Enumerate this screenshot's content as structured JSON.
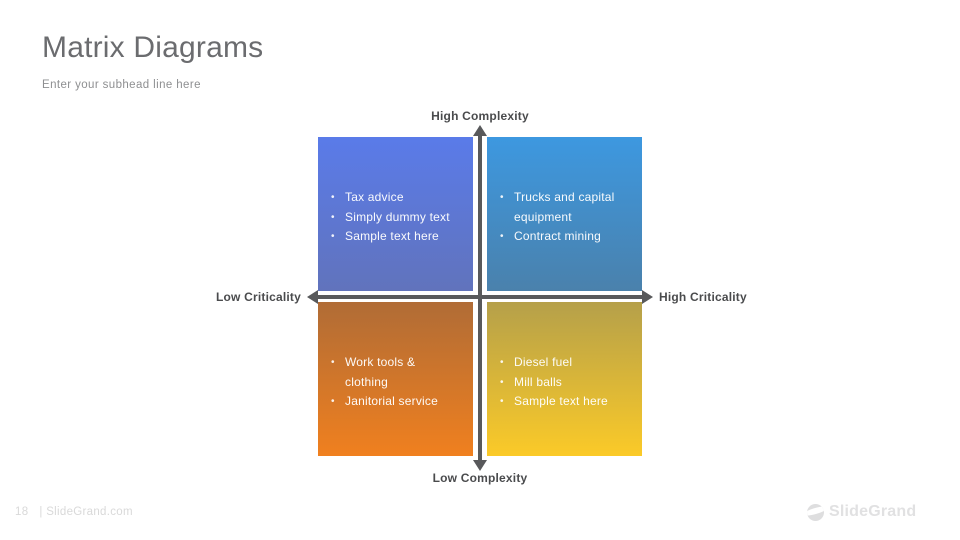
{
  "slide": {
    "title": "Matrix Diagrams",
    "subhead": "Enter your subhead line here"
  },
  "theme": {
    "axis_color": "#58595b",
    "title_color": "#6b6c6f",
    "subhead_color": "#8e8f91",
    "footer_color": "#d9d9d9",
    "brand_color": "#e1e1e2"
  },
  "matrix": {
    "axes": {
      "top_label": "High Complexity",
      "bottom_label": "Low Complexity",
      "left_label": "Low Criticality",
      "right_label": "High Criticality"
    },
    "quadrants": [
      {
        "position": "top-left",
        "color_top": "#5a7be9",
        "color_bottom": "#6173bc",
        "items": [
          "Tax advice",
          "Simply dummy text",
          "Sample text here"
        ]
      },
      {
        "position": "top-right",
        "color_top": "#3d98e0",
        "color_bottom": "#4a81ac",
        "items": [
          "Trucks and capital equipment",
          "Contract mining"
        ]
      },
      {
        "position": "bottom-left",
        "color_top": "#b06c36",
        "color_bottom": "#f0801f",
        "items": [
          "Work tools & clothing",
          "Janitorial service"
        ]
      },
      {
        "position": "bottom-right",
        "color_top": "#b5a04a",
        "color_bottom": "#fbca28",
        "items": [
          "Diesel fuel",
          "Mill balls",
          "Sample text here"
        ]
      }
    ]
  },
  "footer": {
    "page_number": "18",
    "site_label": "| SlideGrand.com",
    "brand_name": "SlideGrand",
    "logo_icon": "sphere-swoosh-icon"
  }
}
